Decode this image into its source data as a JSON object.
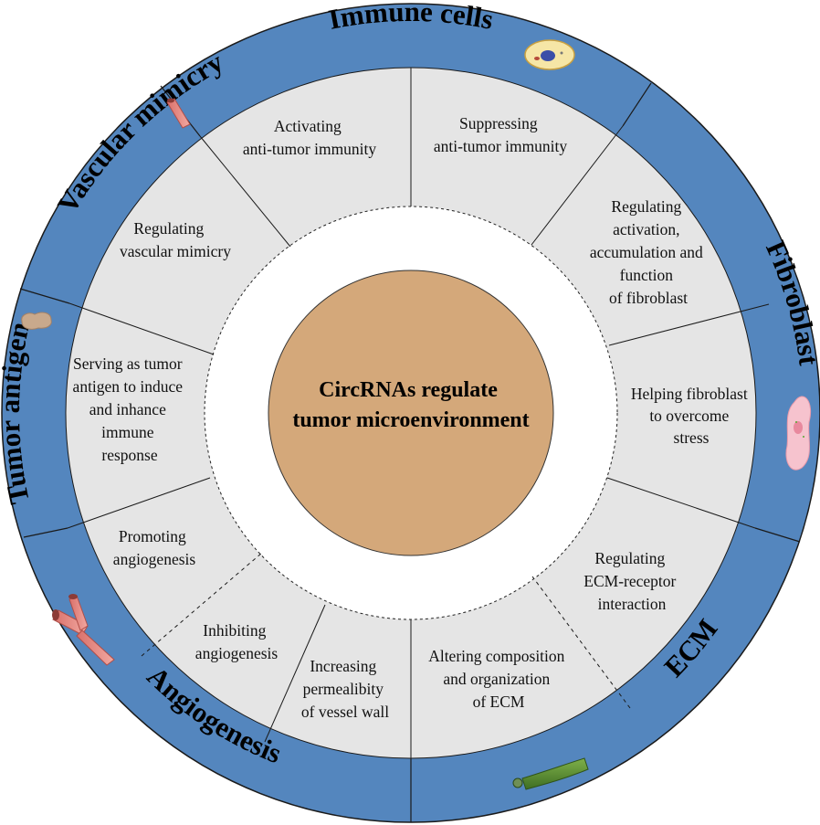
{
  "center": {
    "lines": [
      "CircRNAs regulate",
      "tumor microenvironment"
    ]
  },
  "categories": {
    "immune_cells": "Immune cells",
    "fibroblast": "Fibroblast",
    "ecm": "ECM",
    "angiogenesis": "Angiogenesis",
    "tumor_antigen": "Tumor antigen",
    "vascular_mimicry": "Vascular mimicry"
  },
  "sectors": {
    "activating_immunity": [
      "Activating",
      "anti-tumor immunity"
    ],
    "suppressing_immunity": [
      "Suppressing",
      "anti-tumor immunity"
    ],
    "regulating_fibroblast": [
      "Regulating",
      "activation,",
      "accumulation and",
      "function",
      "of fibroblast"
    ],
    "helping_fibroblast": [
      "Helping fibroblast",
      "to  overcome",
      "stress"
    ],
    "ecm_receptor": [
      "Regulating",
      "ECM-receptor",
      "interaction"
    ],
    "ecm_composition": [
      "Altering composition",
      "and organization",
      "of ECM"
    ],
    "vessel_permeability": [
      "Increasing",
      "permealibity",
      "of vessel wall"
    ],
    "inhibiting_angiogenesis": [
      "Inhibiting",
      "angiogenesis"
    ],
    "promoting_angiogenesis": [
      "Promoting",
      "angiogenesis"
    ],
    "tumor_antigen_response": [
      "Serving as tumor",
      "antigen to induce",
      "and inhance",
      "immune",
      "response"
    ],
    "regulating_vascular_mimicry": [
      "Regulating",
      "vascular mimicry"
    ]
  },
  "icons": [
    "immune-cell-icon",
    "fibroblast-cell-icon",
    "ecm-fiber-icon",
    "blood-vessel-icon",
    "tumor-antigen-icon",
    "vessel-segment-icon"
  ],
  "colors": {
    "ring": "#5486BE",
    "sector_fill": "#E5E5E5",
    "center": "#D4A87A",
    "text": "#111111"
  }
}
